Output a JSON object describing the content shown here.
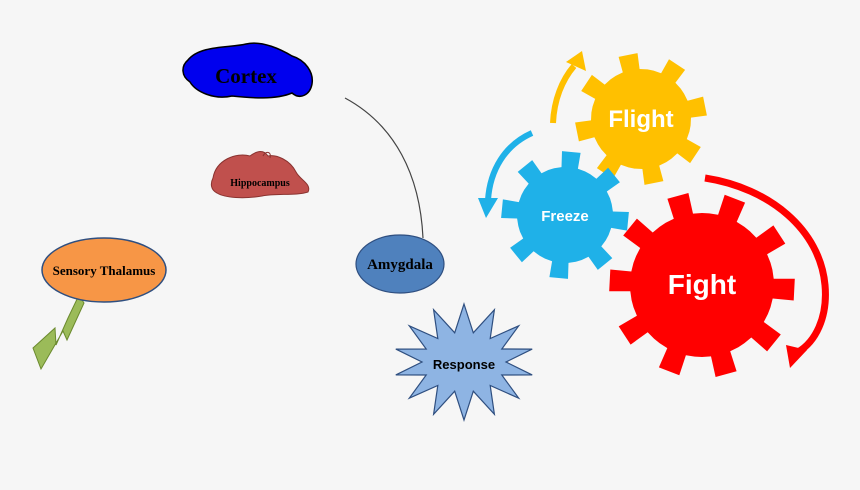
{
  "nodes": {
    "cortex": "Cortex",
    "hippocampus": "Hippocampus",
    "sensory_thalamus": "Sensory Thalamus",
    "amygdala": "Amygdala",
    "response": "Response"
  },
  "gears": {
    "flight": "Flight",
    "freeze": "Freeze",
    "fight": "Fight"
  },
  "colors": {
    "cortex": "#0000ee",
    "hippocampus": "#c0504d",
    "sensory_thalamus": "#f79646",
    "amygdala": "#4f81bd",
    "response": "#8eb4e3",
    "lightning": "#9bbb59",
    "flight": "#ffc000",
    "freeze": "#1fb1e8",
    "fight": "#ff0000"
  }
}
